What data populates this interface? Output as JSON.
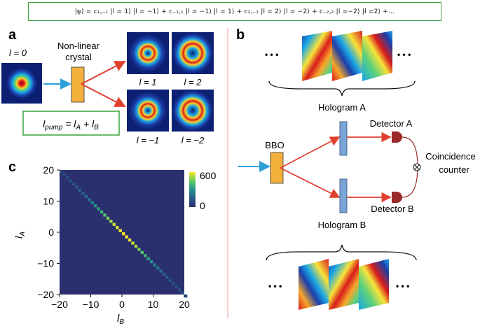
{
  "equation": "|ψ⟩ = c₁,₋₁ |l = 1⟩ |l = −1⟩ + c₋₁,₁ |l = −1⟩ |l = 1⟩ + c₂,₋₂ |l = 2⟩ |l = −2⟩ + c₋₂,₂ |l =−2⟩ |l =2⟩ +...",
  "panel_a": {
    "letter": "a",
    "input_label": "l = 0",
    "crystal_label_1": "Non-linear",
    "crystal_label_2": "crystal",
    "mode_labels": [
      "l = 1",
      "l = 2",
      "l = −1",
      "l = −2"
    ],
    "pump_eq_lhs": "l",
    "pump_eq_lhs_sub": "pump",
    "pump_eq_mid": " = l",
    "pump_eq_sub_a": "A",
    "pump_eq_plus": " + l",
    "pump_eq_sub_b": "B"
  },
  "panel_b": {
    "letter": "b",
    "ellipsis": "• • •",
    "hologram_a": "Hologram A",
    "hologram_b": "Hologram B",
    "bbo": "BBO",
    "detector_a": "Detector A",
    "detector_b": "Detector B",
    "coincidence_1": "Coincidence",
    "coincidence_2": "counter"
  },
  "panel_c": {
    "letter": "c",
    "ylabel": "l",
    "ylabel_sub": "A",
    "xlabel": "l",
    "xlabel_sub": "B",
    "colorbar_ticks": [
      "600",
      "0"
    ]
  },
  "chart_data": {
    "type": "heatmap",
    "xlabel": "lB",
    "ylabel": "lA",
    "xlim": [
      -20,
      20
    ],
    "ylim": [
      -20,
      20
    ],
    "xticks": [
      -20,
      -10,
      0,
      10,
      20
    ],
    "yticks": [
      20,
      10,
      0,
      -10,
      -20
    ],
    "colorbar_range": [
      0,
      600
    ],
    "colormap": "viridis",
    "diagonal": "anti-diagonal lA = -lB",
    "peak_value": 600
  },
  "colors": {
    "beam_blue": "#2e9fd8",
    "beam_red": "#e0402f",
    "crystal": "#f3b13c",
    "box_green": "#3aa23a",
    "hologram": "#7aa6d6",
    "detector": "#9b2a2a",
    "separator": "#f2a8a8"
  }
}
